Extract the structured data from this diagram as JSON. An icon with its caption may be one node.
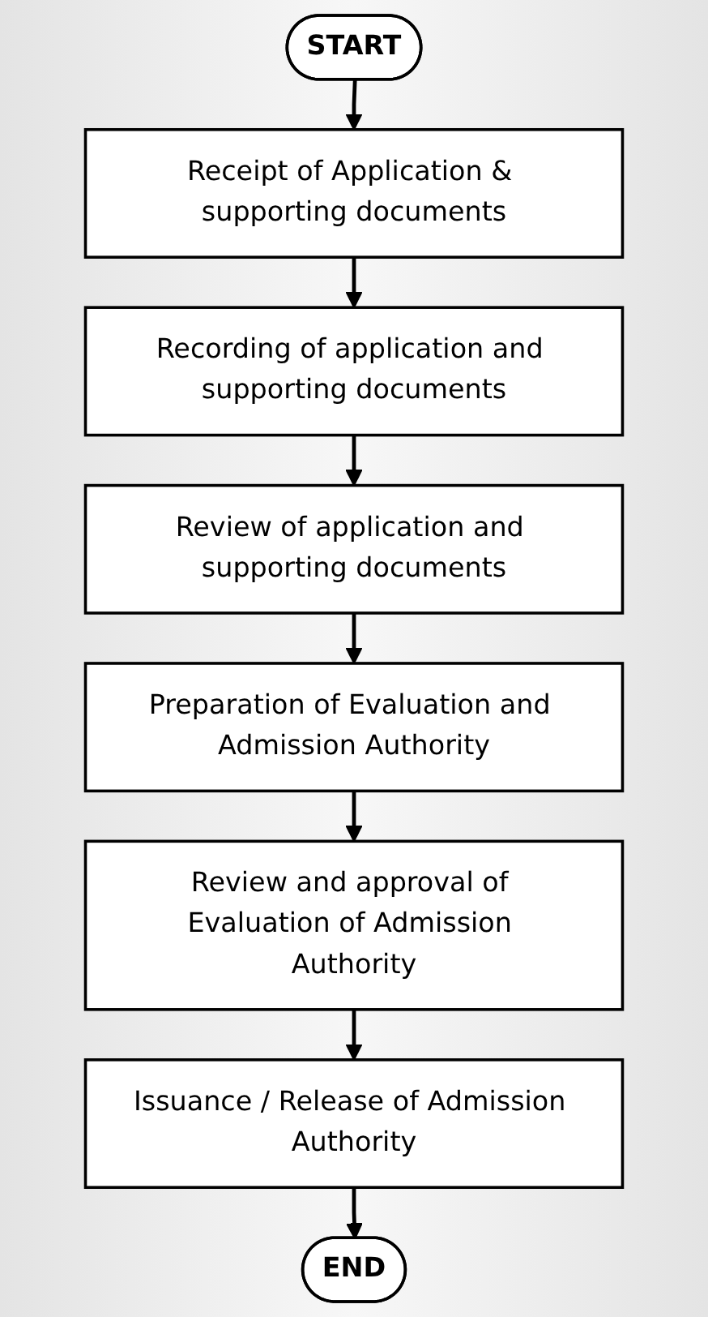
{
  "diagram": {
    "nodes": [
      {
        "text": [
          "START"
        ]
      },
      {
        "text": [
          "Receipt of Application & supporting documents"
        ]
      },
      {
        "text": [
          "Recording of application and supporting documents"
        ]
      },
      {
        "text": [
          "Review of application and supporting documents"
        ]
      },
      {
        "text": [
          "Preparation of Evaluation and Admission Authority"
        ]
      },
      {
        "text": [
          "Review and approval of Evaluation of Admission Authority"
        ]
      },
      {
        "text": [
          "Issuance / Release of Admission Authority"
        ]
      },
      {
        "text": [
          "END"
        ]
      }
    ],
    "edges": [
      {
        "from": 0,
        "to": 1,
        "arrow": "to"
      },
      {
        "from": 1,
        "to": 2,
        "arrow": "to"
      },
      {
        "from": 2,
        "to": 3,
        "arrow": "to"
      },
      {
        "from": 3,
        "to": 4,
        "arrow": "to"
      },
      {
        "from": 4,
        "to": 5,
        "arrow": "to"
      },
      {
        "from": 5,
        "to": 6,
        "arrow": "to"
      },
      {
        "from": 6,
        "to": 7,
        "arrow": "to"
      }
    ]
  }
}
